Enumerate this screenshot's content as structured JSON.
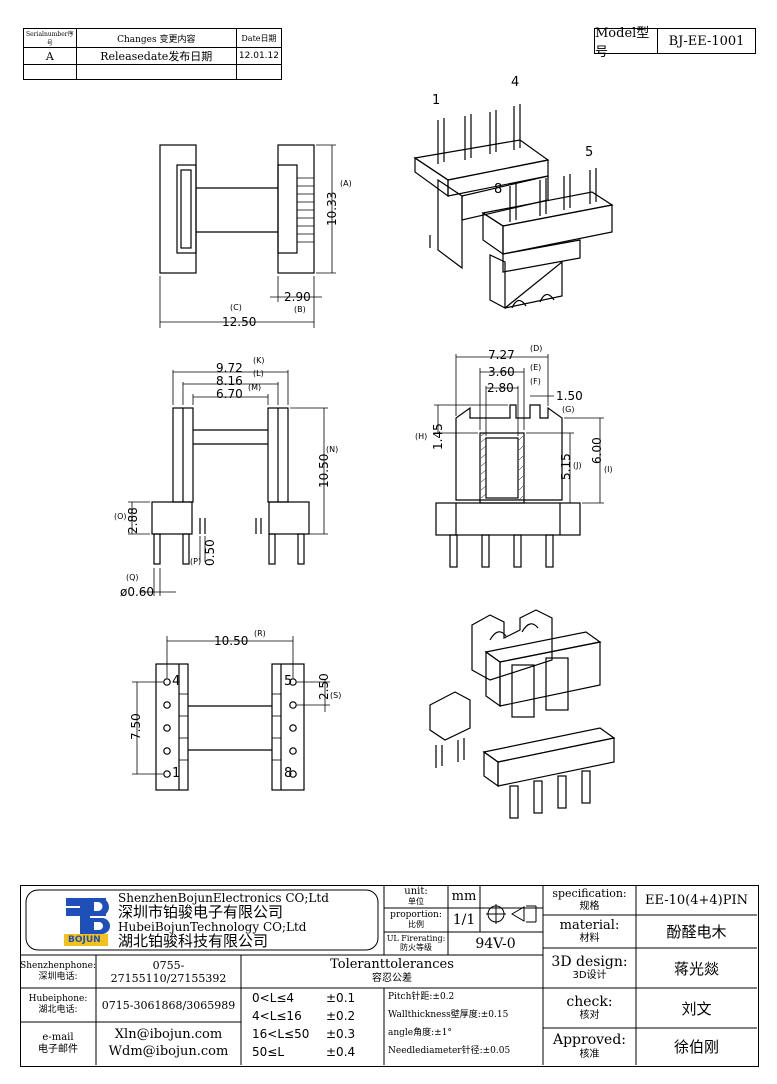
{
  "revision_table": {
    "headers": [
      "Serialnumber序号",
      "Changes 变更内容",
      "Date日期"
    ],
    "rows": [
      [
        "A",
        "Releasedate发布日期",
        "12.01.12"
      ]
    ]
  },
  "model": {
    "label": "Model型号",
    "value": "BJ-EE-1001"
  },
  "top_view": {
    "dim_a": "10.33",
    "tag_a": "(A)",
    "dim_b": "2.90",
    "tag_b": "(B)",
    "dim_c": "12.50",
    "tag_c": "(C)"
  },
  "iso_top": {
    "pin_1": "1",
    "pin_4": "4",
    "pin_5": "5",
    "pin_8": "8"
  },
  "front_view": {
    "dim_k": "9.72",
    "tag_k": "(K)",
    "dim_l": "8.16",
    "tag_l": "(L)",
    "dim_m": "6.70",
    "tag_m": "(M)",
    "dim_n": "10.50",
    "tag_n": "(N)",
    "dim_o": "2.88",
    "tag_o": "(O)",
    "dim_p": "0.50",
    "tag_p": "(P)",
    "dim_q": "ø0.60",
    "tag_q": "(Q)"
  },
  "side_view": {
    "dim_d": "7.27",
    "tag_d": "(D)",
    "dim_e": "3.60",
    "tag_e": "(E)",
    "dim_f": "2.80",
    "tag_f": "(F)",
    "dim_g": "1.50",
    "tag_g": "(G)",
    "dim_h": "1.45",
    "tag_h": "(H)",
    "dim_j": "5.15",
    "tag_j": "(J)",
    "dim_i": "6.00",
    "tag_i": "(I)"
  },
  "bottom_view": {
    "dim_r": "10.50",
    "tag_r": "(R)",
    "dim_s": "2.50",
    "tag_s": "(S)",
    "dim_pitch": "7.50",
    "pin_4": "4",
    "pin_1": "1",
    "pin_5": "5",
    "pin_8": "8"
  },
  "title_block": {
    "company_en_1": "ShenzhenBojunElectronics CO;Ltd",
    "company_cn_1": "深圳市铂骏电子有限公司",
    "company_en_2": "HubeiBojunTechnology CO;Ltd",
    "company_cn_2": "湖北铂骏科技有限公司",
    "logo_text": "BOJUN",
    "unit_label": "unit:",
    "unit_label_cn": "单位",
    "unit_value": "mm",
    "proportion_label": "proportion:",
    "proportion_label_cn": "比例",
    "proportion_value": "1/1",
    "fire_label": "UL Firerating:",
    "fire_label_cn": "防火等级",
    "fire_value": "94V-0",
    "spec_label": "specification:",
    "spec_label_cn": "规格",
    "spec_value": "EE-10(4+4)PIN",
    "material_label": "material:",
    "material_label_cn": "材料",
    "material_value": "酚醛电木",
    "design_label": "3D design:",
    "design_label_cn": "3D设计",
    "design_value": "蒋光燚",
    "check_label": "check:",
    "check_label_cn": "核对",
    "check_value": "刘文",
    "approved_label": "Approved:",
    "approved_label_cn": "核准",
    "approved_value": "徐伯刚",
    "sz_phone_label": "Shenzhenphone:",
    "sz_phone_label_cn": "深圳电话:",
    "sz_phone_value": "0755-27155110/27155392",
    "hb_phone_label": "Hubeiphone:",
    "hb_phone_label_cn": "湖北电话:",
    "hb_phone_value": "0715-3061868/3065989",
    "email_label": "e-mail",
    "email_label_cn": "电子邮件",
    "email_1": "Xln@ibojun.com",
    "email_2": "Wdm@ibojun.com",
    "tol_title": "Toleranttolerances",
    "tol_title_cn": "容忍公差",
    "tol_ranges": [
      "0<L≤4",
      "4<L≤16",
      "16<L≤50",
      "50≤L"
    ],
    "tol_values": [
      "±0.1",
      "±0.2",
      "±0.3",
      "±0.4"
    ],
    "pitch_tol": "Pitch针距:±0.2",
    "wall_tol": "Wallthickness壁厚度:±0.15",
    "angle_tol": "angle角度:±1°",
    "needle_tol": "Needlediameter针径:±0.05"
  }
}
